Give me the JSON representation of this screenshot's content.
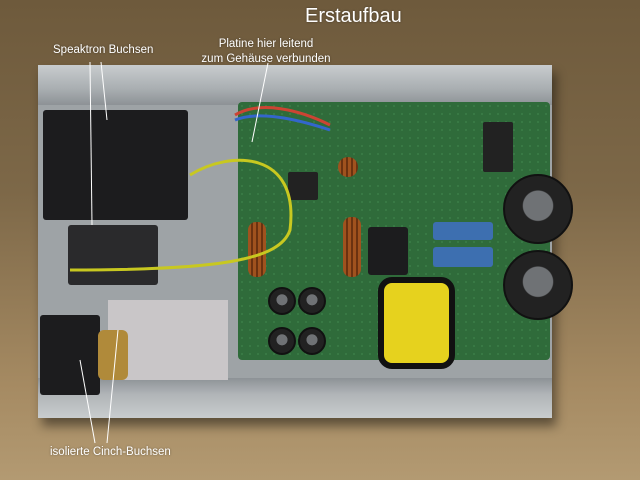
{
  "title": "Erstaufbau",
  "annotations": {
    "speaker_jacks": "Speaktron Buchsen",
    "board_ground_line1": "Platine hier leitend",
    "board_ground_line2": "zum Gehäuse verbunden",
    "rca_jacks": "isolierte Cinch-Buchsen"
  },
  "colors": {
    "wood": "#7d6848",
    "case": "#a9aeb1",
    "pcb": "#2f6b3a",
    "annotation": "#ffffff"
  }
}
